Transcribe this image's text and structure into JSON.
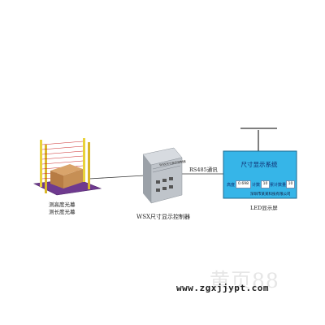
{
  "labels": {
    "curtain_line1": "测高度光幕",
    "curtain_line2": "测长度光幕",
    "controller": "WSX尺寸显示控制器",
    "comm": "RS485通讯",
    "screen_caption": "LED显示屏",
    "device_brand": "WSX尺寸显示控制器"
  },
  "screen": {
    "title": "尺寸显示系统",
    "fields": [
      {
        "label": "高度",
        "value": "0.698"
      },
      {
        "label": "计数",
        "value": "10"
      },
      {
        "label": "累计数量",
        "value": "10"
      }
    ],
    "company": "深圳市某某科技有限公司"
  },
  "watermark": {
    "brand": "黄页88",
    "url": "www.zgxjjypt.com"
  }
}
